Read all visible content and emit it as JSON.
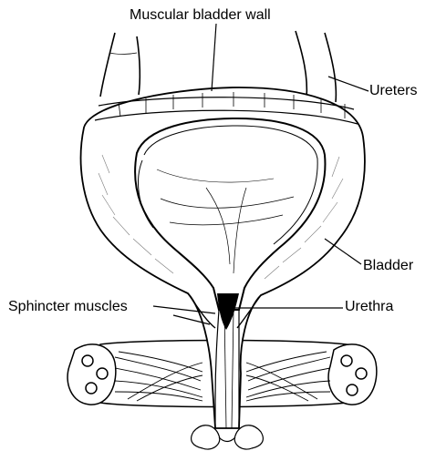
{
  "labels": {
    "muscular_wall": "Muscular bladder wall",
    "ureters": "Ureters",
    "bladder": "Bladder",
    "sphincter": "Sphincter muscles",
    "urethra": "Urethra"
  },
  "colors": {
    "line": "#000000",
    "background": "#ffffff",
    "shading": "#7a7a7a"
  }
}
